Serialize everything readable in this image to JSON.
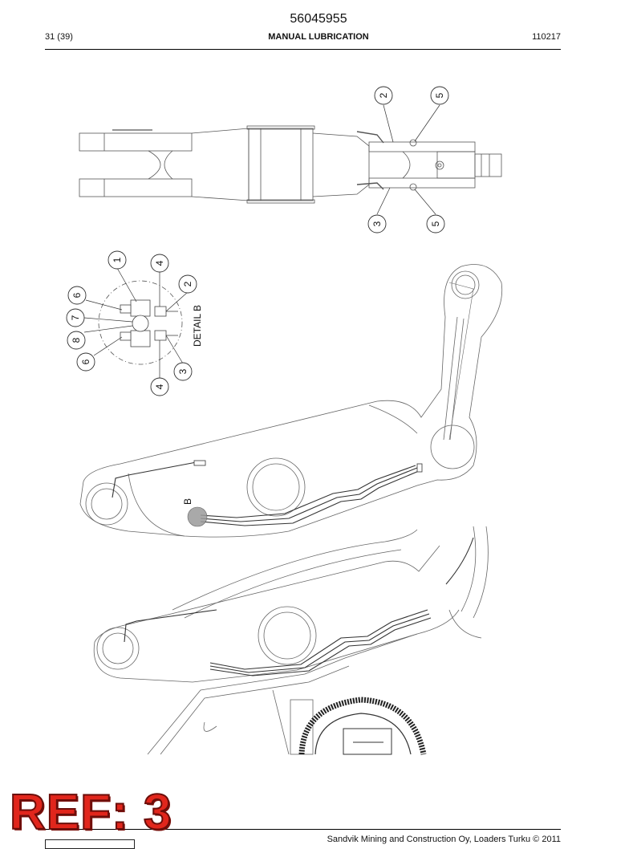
{
  "header": {
    "doc_number": "56045955",
    "page": "31 (39)",
    "section_title": "MANUAL LUBRICATION",
    "date_code": "110217"
  },
  "drawing": {
    "top_view_callouts": [
      "2",
      "5",
      "3",
      "5"
    ],
    "detail_callouts": [
      "1",
      "4",
      "2",
      "6",
      "7",
      "8",
      "6",
      "4",
      "3"
    ],
    "detail_label": "DETAIL B",
    "boom_marker": "B"
  },
  "footer": {
    "copyright": "Sandvik Mining and Construction Oy, Loaders Turku © 2011"
  },
  "stamp": {
    "text": "REF: 3"
  },
  "colors": {
    "stamp_red": "#e1261c",
    "line": "#555555",
    "highlight": "#9a9a9a"
  }
}
